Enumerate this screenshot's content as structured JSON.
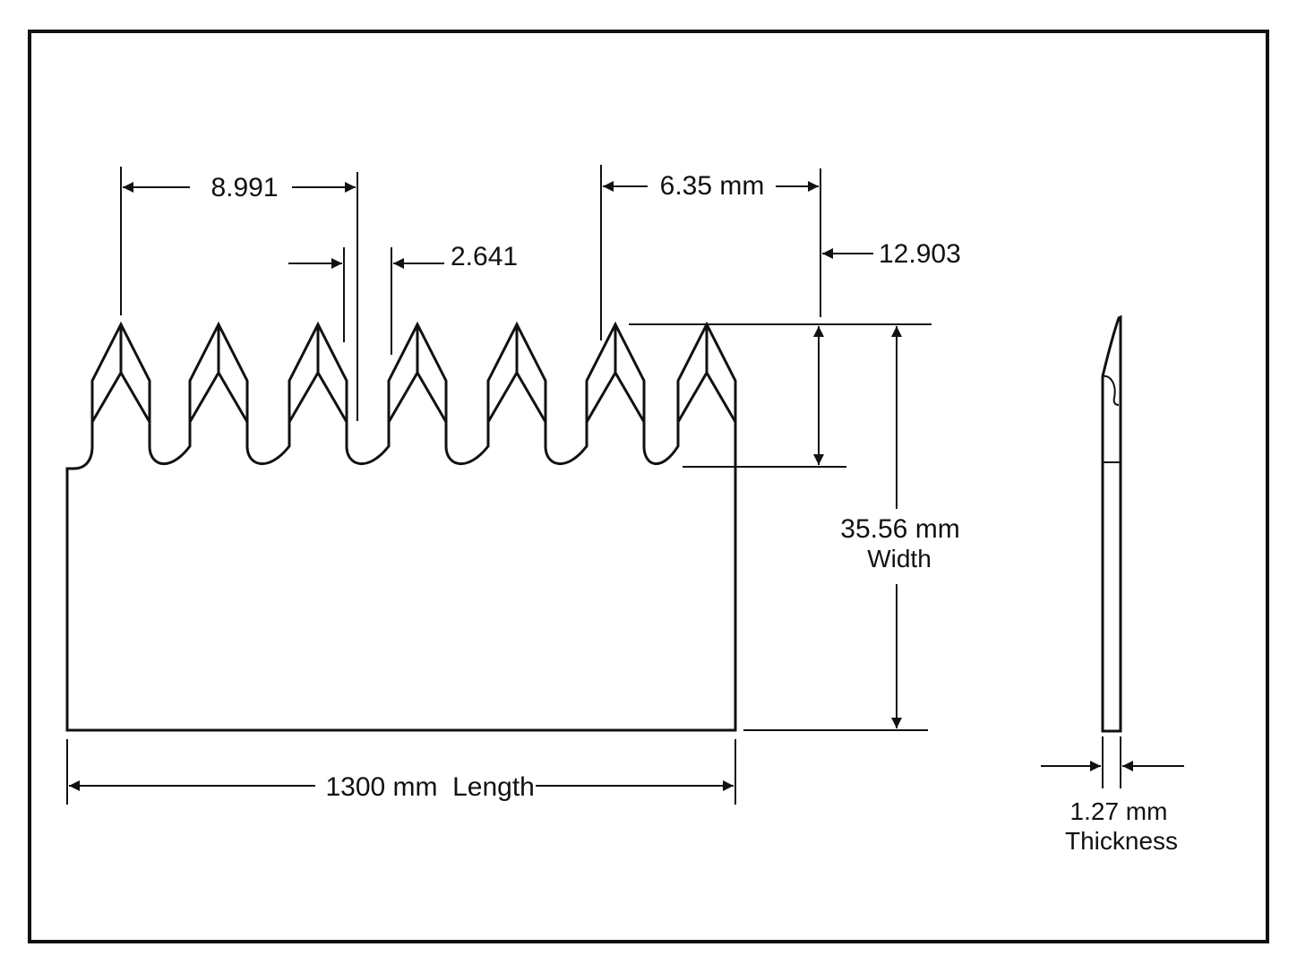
{
  "drawing": {
    "dimensions": {
      "tooth_pitch": "8.991",
      "gullet_width": "2.641",
      "tooth_spacing": "6.35 mm",
      "offset": "12.903",
      "width_value": "35.56 mm",
      "width_label": "Width",
      "length_value": "1300 mm",
      "length_label": "Length",
      "thickness_value": "1.27 mm",
      "thickness_label": "Thickness"
    },
    "colors": {
      "line": "#111111",
      "background": "#ffffff"
    }
  }
}
